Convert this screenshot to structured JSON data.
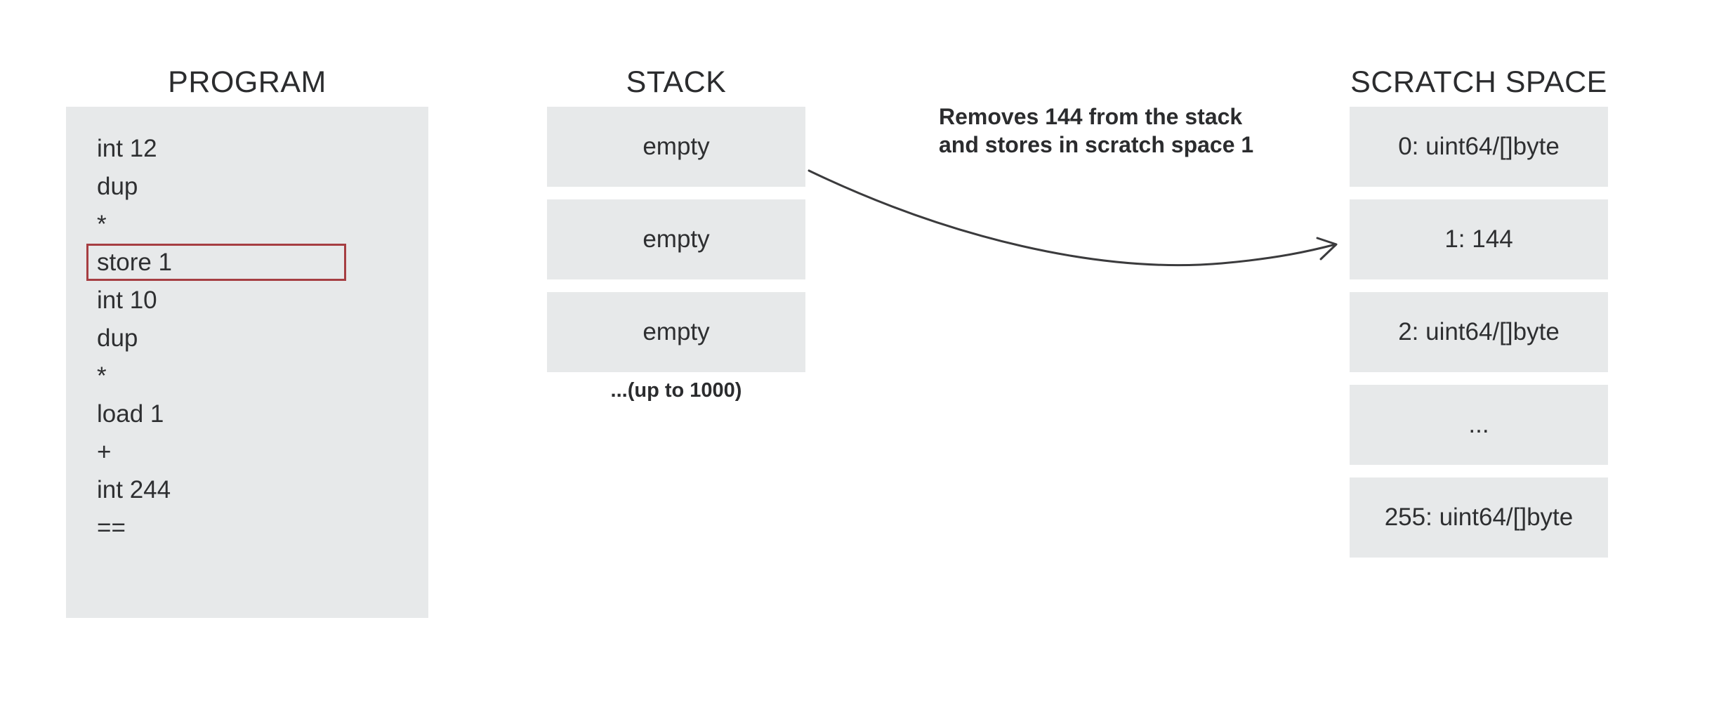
{
  "titles": {
    "program": "PROGRAM",
    "stack": "STACK",
    "scratch": "SCRATCH SPACE"
  },
  "program": {
    "lines": [
      "int 12",
      "dup",
      "*",
      "store 1",
      "int 10",
      "dup",
      "*",
      "load 1",
      "+",
      "int 244",
      "=="
    ],
    "highlighted_line": "store 1"
  },
  "stack": {
    "slots": [
      "empty",
      "empty",
      "empty"
    ],
    "caption": "...(up to 1000)"
  },
  "annotation": {
    "line1": "Removes 144 from the stack",
    "line2": "and stores in scratch space 1"
  },
  "scratch": {
    "slots": [
      "0: uint64/[]byte",
      "1: 144",
      "2: uint64/[]byte",
      "...",
      "255: uint64/[]byte"
    ]
  },
  "colors": {
    "background": "#ffffff",
    "box_fill": "#e7e9ea",
    "title_text": "#2b2c2e",
    "body_text": "#2e2f31",
    "highlight_border": "#a63e42",
    "arrow_stroke": "#3b3b3d"
  }
}
